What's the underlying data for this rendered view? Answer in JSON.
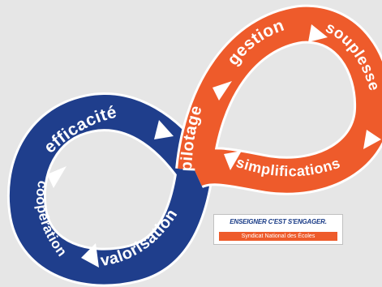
{
  "colors": {
    "background": "#e6e6e6",
    "blue_band": "#1f3e8c",
    "orange_band": "#ee5b2b",
    "band_outline": "#ffffff",
    "logo_text": "#1a3c87"
  },
  "loop": {
    "blue_words": [
      "efficacité",
      "coopération",
      "valorisation"
    ],
    "orange_words": [
      "pilotage",
      "gestion",
      "souplesse",
      "simplifications"
    ]
  },
  "logo": {
    "slogan": "ENSEIGNER C'EST S'ENGAGER.",
    "name": "Syndicat National des Écoles"
  }
}
